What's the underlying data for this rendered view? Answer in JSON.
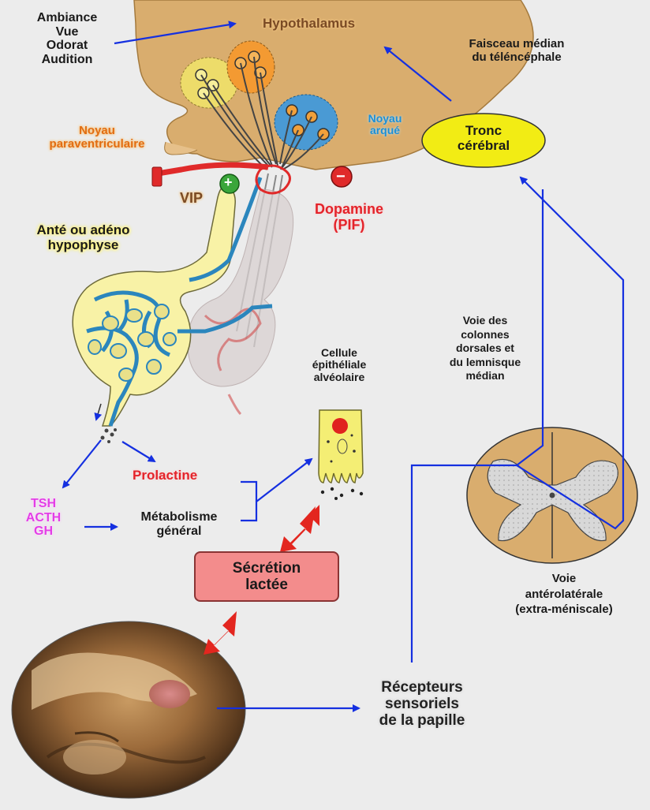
{
  "labels": {
    "senses": [
      "Ambiance",
      "Vue",
      "Odorat",
      "Audition"
    ],
    "hypothalamus": "Hypothalamus",
    "faisceau": [
      "Faisceau médian",
      "du téléncéphale"
    ],
    "noyau_para": [
      "Noyau",
      "paraventriculaire"
    ],
    "noyau_arque": [
      "Noyau",
      "arqué"
    ],
    "tronc": [
      "Tronc",
      "cérébral"
    ],
    "vip": "VIP",
    "plus_sign": "+",
    "minus_sign": "−",
    "dopamine": [
      "Dopamine",
      "(PIF)"
    ],
    "ante": [
      "Anté ou adéno",
      "hypophyse"
    ],
    "cellule": [
      "Cellule",
      "épithéliale",
      "alvéolaire"
    ],
    "voie_dorsale": [
      "Voie des",
      "colonnes",
      "dorsales et",
      "du lemnisque",
      "médian"
    ],
    "prolactine": "Prolactine",
    "hormones": [
      "TSH",
      "ACTH",
      "GH"
    ],
    "metabolisme": [
      "Métabolisme",
      "général"
    ],
    "secretion": [
      "Sécrétion",
      "lactée"
    ],
    "voie_antero": [
      "Voie",
      "antérolatérale",
      "(extra-méniscale)"
    ],
    "recepteurs": [
      "Récepteurs",
      "sensoriels",
      "de la papille"
    ]
  },
  "colors": {
    "background": "#ececec",
    "brain": "#d9ad6e",
    "arrow_blue": "#1530e0",
    "arrow_red": "#e3261f",
    "pituitary_yellow": "#f8f2a6",
    "vessel_blue": "#2b86bd",
    "ellipse_yellow": "#f2ec14"
  }
}
